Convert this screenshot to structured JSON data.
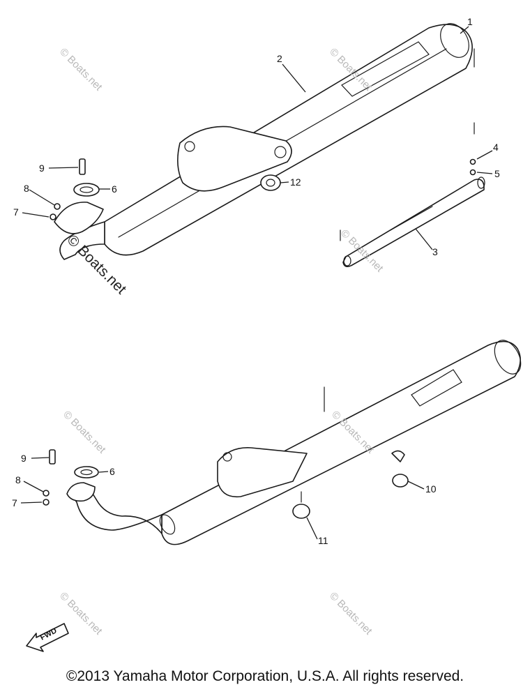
{
  "callouts": {
    "c1": "1",
    "c2": "2",
    "c3": "3",
    "c4": "4",
    "c5": "5",
    "c6a": "6",
    "c7a": "7",
    "c8a": "8",
    "c9a": "9",
    "c12": "12",
    "c6b": "6",
    "c7b": "7",
    "c8b": "8",
    "c9b": "9",
    "c10": "10",
    "c11": "11"
  },
  "watermark": {
    "small": "© Boats.net",
    "large": "© Boats.net"
  },
  "fwd_label": "FWD",
  "copyright": "©2013 Yamaha Motor Corporation, U.S.A. All rights reserved."
}
